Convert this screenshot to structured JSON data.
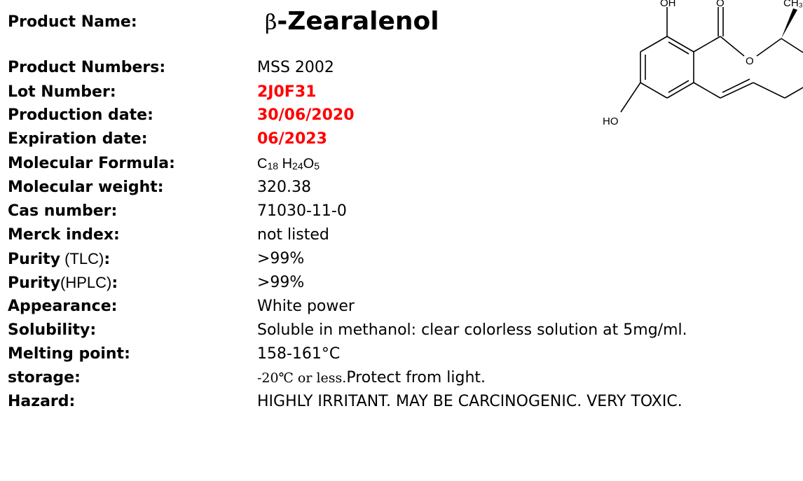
{
  "title": {
    "label": "Product Name:",
    "beta": "β",
    "name": "-Zearalenol"
  },
  "structure": {
    "oh": "OH",
    "o_top": "O",
    "ch3": "CH₃",
    "o_ring": "O",
    "ho": "HO"
  },
  "rows": [
    {
      "label": "Product Numbers:",
      "value": "MSS 2002"
    },
    {
      "label": "Lot Number:",
      "value": "2J0F31"
    },
    {
      "label": "Production date:",
      "value": "30/06/2020"
    },
    {
      "label": "Expiration date:",
      "value": "06/2023"
    },
    {
      "label": "Molecular Formula:",
      "formula": {
        "c": "C",
        "c_n": "18",
        "h": "H",
        "h_n": "24",
        "o": "O",
        "o_n": "5"
      }
    },
    {
      "label": "Molecular weight:",
      "value": "320.38"
    },
    {
      "label": "Cas number:",
      "value": "71030-11-0"
    },
    {
      "label": "Merck index:",
      "value": "not listed"
    },
    {
      "label": "Purity",
      "method": " (TLC)",
      "colon": ":",
      "value": ">99%"
    },
    {
      "label": "Purity",
      "method": "(HPLC)",
      "colon": ":",
      "value": ">99%"
    },
    {
      "label": "Appearance:",
      "value": "White power"
    },
    {
      "label": "Solubility:",
      "value": "Soluble in methanol: clear colorless solution at 5mg/ml."
    },
    {
      "label": "Melting point:",
      "value": "158-161°C"
    },
    {
      "label": "storage:",
      "value": "-20℃ or less.",
      "value2": "Protect from light."
    },
    {
      "label": "Hazard:",
      "value": "HIGHLY IRRITANT. MAY BE CARCINOGENIC. VERY TOXIC."
    }
  ],
  "colors": {
    "highlight": "#ff0000",
    "text": "#000000"
  }
}
